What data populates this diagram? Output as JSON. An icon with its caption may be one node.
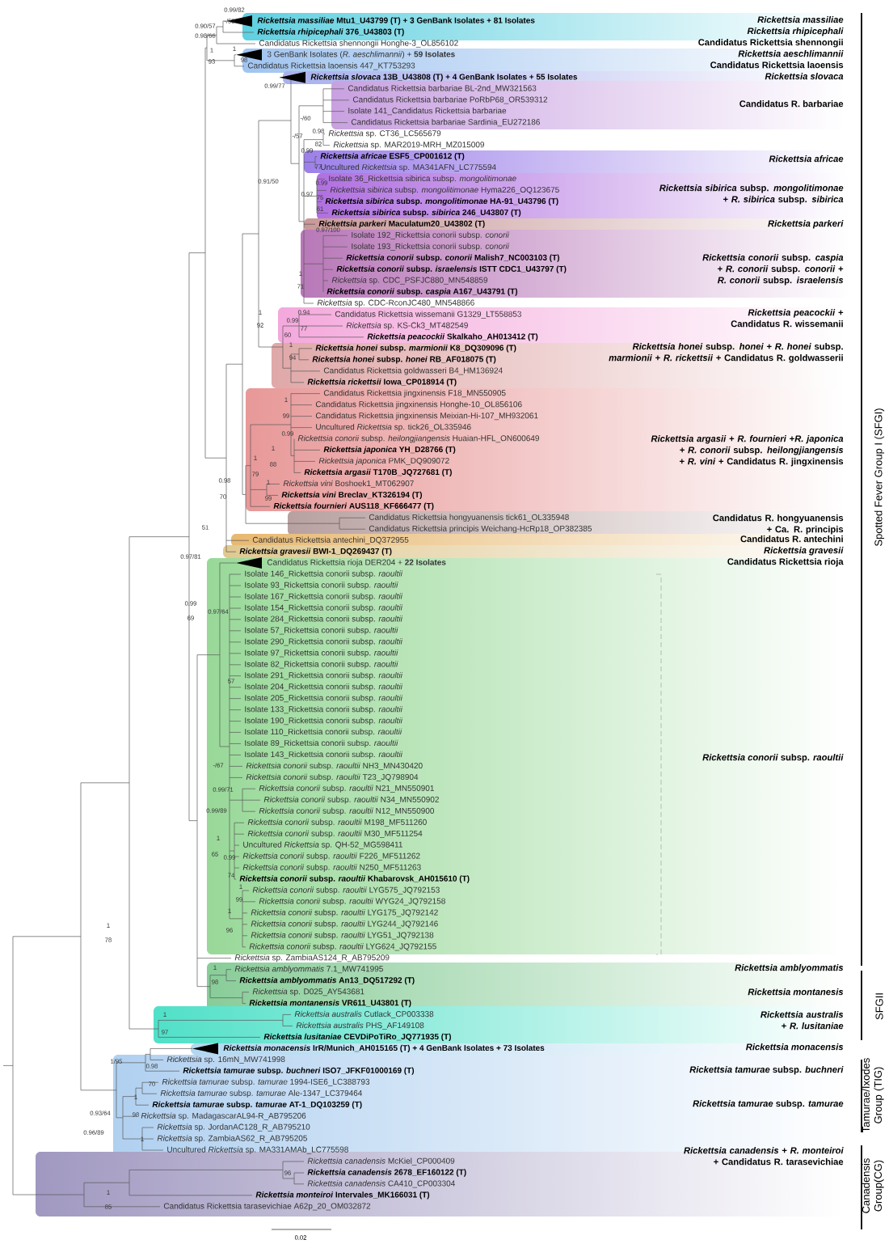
{
  "diagram": {
    "labels": [
      "*Rickettsia massiliae* Mtu1_U43799 (T) + 3 GenBank Isolates + 81 Isolates",
      "*Rickettsia rhipicephali* 376_U43803 (T)",
      "Candidatus Rickettsia shennongii Honghe-3_OL856102",
      "3 GenBank Isolates (*R. aeschlimannii*) + **59 Isolates**",
      "Candidatus Rickettsia laoensis 447_KT753293",
      "*Rickettsia slovaca* 13B_U43808 (T) + 4 GenBank Isolates + 55 Isolates",
      "Candidatus Rickettsia barbariae BL-2nd_MW321563",
      "Candidatus Rickettsia barbariae PoRbP68_OR539312",
      "Isolate 141_Candidatus Rickettsia barbariae",
      "Candidatus Rickettsia barbariae Sardinia_EU272186",
      "*Rickettsia* sp. CT36_LC565679",
      "*Rickettsia* sp. MAR2019-MRH_MZ015009",
      "*Rickettsia africae* ESF5_CP001612 (T)",
      "Uncultured *Rickettsia* sp. MA341AFN_LC775594",
      "Isolate 36_Rickettsia sibirica subsp. *mongolitimonae*",
      "*Rickettsia sibirica* subsp. *mongolitimonae* Hyma226_OQ123675",
      "*Rickettsia sibirica* subsp. *mongolitimonae* HA-91_U43796 (T)",
      "*Rickettsia sibirica* subsp. *sibirica* 246_U43807 (T)",
      "*Rickettsia parkeri* Maculatum20_U43802 (T)",
      "Isolate 192_Rickettsia conorii subsp. *conorii*",
      "Isolate 193_Rickettsia conorii subsp. *conorii*",
      "*Rickettsia conorii* subsp. *conorii* Malish7_NC003103 (T)",
      "*Rickettsia conorii* subsp. *israelensis* ISTT CDC1_U43797 (T)",
      "*Rickettsia* sp. CDC_PSFJC880_MN548859",
      "*Rickettsia conorii* subsp. *caspia* A167_U43791 (T)",
      "*Rickettsia* sp. CDC-RconJC480_MN548866",
      "Candidatus Rickettsia wissemanii G1329_LT558853",
      "*Rickettsia* sp. KS-Ck3_MT482549",
      "*Rickettsia peacockii* Skalkaho_AH013412 (T)",
      "*Rickettsia honei* subsp. *marmionii* K8_DQ309096 (T)",
      "*Rickettsia honei* subsp. *honei* RB_AF018075 (T)",
      "Candidatus Rickettsia goldwasseri B4_HM136924",
      "*Rickettsia rickettsii* Iowa_CP018914 (T)",
      "Candidatus Rickettsia jingxinensis F18_MN550905",
      "Candidatus Rickettsia jingxinensis Honghe-10_OL856106",
      "Candidatus Rickettsia jingxinensis Meixian-Hi-107_MH932061",
      "Uncultured *Rickettsia* sp. tick26_OL335946",
      "*Rickettsia conorii* subsp. *heilongjiangensis* Huaian-HFL_ON600649",
      "*Rickettsia japonica* YH_D28766 (T)",
      "*Rickettsia japonica* PMK_DQ909072",
      "*Rickettsia argasii* T170B_JQ727681 (T)",
      "*Rickettsia vini* Boshoek1_MT062907",
      "*Rickettsia vini* Breclav_KT326194 (T)",
      "*Rickettsia fournieri* AUS118_KF666477 (T)",
      "Candidatus Rickettsia hongyuanensis tick61_OL335948",
      "Candidatus Rickettsia principis Weichang-HcRp18_OP382385",
      "Candidatus Rickettsia antechini_DQ372955",
      "*Rickettsia gravesii* BWI-1_DQ269437 (T)",
      "Candidatus Rickettsia rioja DER204 + **22 Isolates**",
      "Isolate 146_Rickettsia conorii subsp. *raoultii*",
      "Isolate 93_Rickettsia conorii subsp. *raoultii*",
      "Isolate 167_Rickettsia conorii subsp. *raoultii*",
      "Isolate 154_Rickettsia conorii subsp. *raoultii*",
      "Isolate 284_Rickettsia conorii subsp. *raoultii*",
      "Isolate 57_Rickettsia conorii subsp. *raoultii*",
      "Isolate 290_Rickettsia conorii subsp. *raoultii*",
      "Isolate 97_Rickettsia conorii subsp. *raoultii*",
      "Isolate 82_Rickettsia conorii subsp. *raoultii*",
      "Isolate 291_Rickettsia conorii subsp. *raoultii*",
      "Isolate 204_Rickettsia conorii subsp. *raoultii*",
      "Isolate 205_Rickettsia conorii subsp. *raoultii*",
      "Isolate 133_Rickettsia conorii subsp. *raoultii*",
      "Isolate 190_Rickettsia conorii subsp. *raoultii*",
      "Isolate 110_Rickettsia conorii subsp. *raoultii*",
      "Isolate 89_Rickettsia conorii subsp. *raoultii*",
      "Isolate 143_Rickettsia conorii subsp. *raoultii*",
      "*Rickettsia conorii* subsp. *raoultii* NH3_MN430420",
      "*Rickettsia conorii* subsp. *raoultii* T23_JQ798904",
      "*Rickettsia conorii* subsp. *raoultii* N21_MN550901",
      "*Rickettsia conorii* subsp. *raoultii* N34_MN550902",
      "*Rickettsia conorii* subsp. *raoultii* N12_MN550900",
      "*Rickettsia conorii* subsp. *raoultii* M198_MF511260",
      "*Rickettsia conorii* subsp. *raoultii* M30_MF511254",
      "Uncultured *Rickettsia* sp. QH-52_MG598411",
      "*Rickettsia conorii* subsp. *raoultii* F226_MF511262",
      "*Rickettsia conorii* subsp. *raoultii* N250_MF511263",
      "*Rickettsia conorii* subsp. *raoultii* Khabarovsk_AH015610 (T)",
      "*Rickettsia conorii* subsp. *raoultii* LYG575_JQ792153",
      "*Rickettsia conorii* subsp. *raoultii* WYG24_JQ792158",
      "*Rickettsia conorii* subsp. *raoultii* LYG175_JQ792142",
      "*Rickettsia conorii* subsp. *raoultii* LYG244_JQ792146",
      "*Rickettsia conorii* subsp. *raoultii* LYG51_JQ792138",
      "*Rickettsia conorii* subsp. *raoultii* LYG624_JQ792155",
      "*Rickettsia* sp. ZambiaAS124_R_AB795209",
      "*Rickettsia amblyommatis* 7.1_MW741995",
      "*Rickettsia amblyommatis* An13_DQ517292 (T)",
      "*Rickettsia* sp. D025_AY543681",
      "*Rickettsia montanensis* VR611_U43801 (T)",
      "*Rickettsia australis* Cutlack_CP003338",
      "*Rickettsia australis* PHS_AF149108",
      "*Rickettsia lusitaniae* CEVDiPoTiRo_JQ771935 (T)",
      "*Rickettsia monacensis* IrR/Munich_AH015165 (T) + 4 GenBank Isolates + 73 Isolates",
      "*Rickettsia* sp. 16mN_MW741998",
      "*Rickettsia tamurae* subsp. *buchneri* ISO7_JFKF01000169 (T)",
      "*Rickettsia tamurae* subsp. *tamurae* 1994-ISE6_LC388793",
      "*Rickettsia tamurae* subsp. *tamurae* Ale-1347_LC379464",
      "*Rickettsia tamurae* subsp. *tamurae* AT-1_DQ103259 (T)",
      "*Rickettsia* sp. MadagascarAL94-R_AB795206",
      "*Rickettsia* sp. JordanAC128_R_AB795210",
      "*Rickettsia* sp. ZambiaAS62_R_AB795205",
      "Uncultured *Rickettsia* sp. MA331AMAb_LC775598",
      "*Rickettsia canadensis* McKiel_CP000409",
      "*Rickettsia canadensis* 2678_EF160122 (T)",
      "*Rickettsia canadensis* CA410_CP003304",
      "*Rickettsia monteiroi* Intervales_MK166031 (T)",
      "Candidatus Rickettsia tarasevichiae A62p_20_OM032872",
      "*Rickettsia massiliae*",
      "*Rickettsia rhipicephali*",
      "Candidatus Rickettsia shennongii",
      "*Rickettsia aeschlimannii*",
      "Candidatus Rickettsia laoensis",
      "*Rickettsia slovaca*",
      "Candidatus R. barbariae",
      "*Rickettsia africae*",
      "*Rickettsia sibirica* subsp. *mongolitimonae* + *R. sibirica* subsp. *sibirica*",
      "*Rickettsia parkeri*",
      "*Rickettsia conorii* subsp. *caspia* + *R. conorii* subsp. *conorii* + *R. conorii* subsp. *israelensis*",
      "*Rickettsia peacockii* + Candidatus R. wissemanii",
      "*Rickettsia honei* subsp. *honei* + *R. honei* subsp. *marmionii* + *R. rickettsii* + Candidatus R. goldwasserii",
      "*Rickettsia argasii* + *R. fournieri* +*R. japonica* + *R. conorii* subsp. *heilongjiangensis* + *R. vini* + Candidatus R. jingxinensis",
      "Candidatus R. hongyuanensis + Ca. R. principis",
      "Candidatus R. antechini",
      "*Rickettsia gravesii*",
      "Candidatus Rickettsia rioja",
      "*Rickettsia conorii* subsp. *raoultii*",
      "*Rickettsia amblyommatis*",
      "*Rickettsia montanesis*",
      "*Rickettsia australis* + *R. lusitaniae*",
      "*Rickettsia monacensis*",
      "*Rickettsia tamurae* subsp. *buchneri*",
      "*Rickettsia tamurae* subsp. *tamurae*",
      "*Rickettsia canadensis* + *R. monteiroi* + Candidatus R. tarasevichiae",
      "Spotted Fever Group I (SFGI)",
      "SFGII",
      "Tamurae/Ixodes Group (TIG)",
      "Canadensis Group(CG)",
      "0.99/82",
      "-/53",
      "0.90/57",
      "0.98/66",
      "1",
      "98",
      "1",
      "93",
      "0.99/77",
      "-/60",
      "-/57",
      "0.98",
      "82",
      "0.99",
      "77",
      "0.91/50",
      "0.99",
      "0.97",
      "75",
      "61",
      "0.97/100",
      "1",
      "71",
      "1",
      "92",
      "0.94",
      "0.99",
      "77",
      "60",
      "1",
      "94",
      "1",
      "99",
      "0.99",
      "1",
      "88",
      "1",
      "79",
      "1",
      "99",
      "0.98",
      "70",
      "51",
      "0.97/81",
      "0.99",
      "69",
      "0.97/64",
      "57",
      "-/67",
      "0.99/71",
      "0.99/89",
      "1",
      "65",
      "0.99",
      "74",
      "1",
      "99",
      "1",
      "96",
      "1",
      "98",
      "1",
      "97",
      "1/95",
      "0.98",
      "70",
      "0.93/64",
      "1",
      "98",
      "0.96/89",
      "1",
      "1",
      "85",
      "96",
      "1",
      "78",
      "0.02"
    ]
  }
}
